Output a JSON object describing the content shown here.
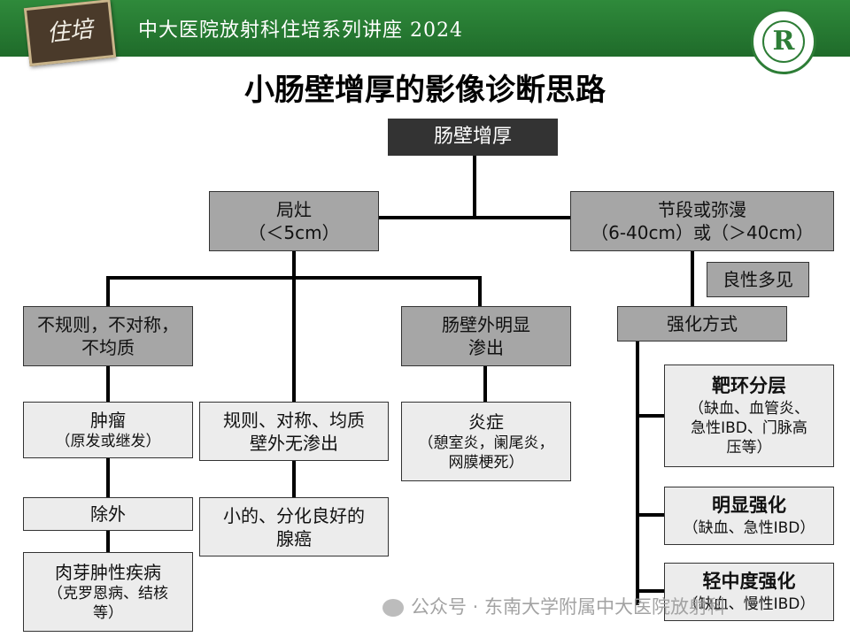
{
  "header": {
    "logo_text": "住培",
    "title": "中大医院放射科住培系列讲座 2024",
    "seal_letter": "R"
  },
  "title": "小肠壁增厚的影像诊断思路",
  "nodes": {
    "root": "肠壁增厚",
    "focal": {
      "line1": "局灶",
      "line2": "（＜5cm）"
    },
    "segmental": {
      "line1": "节段或弥漫",
      "line2": "（6-40cm）或（＞40cm）"
    },
    "benign": "良性多见",
    "irregular": {
      "line1": "不规则，不对称，",
      "line2": "不均质"
    },
    "exudation": {
      "line1": "肠壁外明显",
      "line2": "渗出"
    },
    "enhancement": "强化方式",
    "tumor": {
      "line1": "肿瘤",
      "line2": "（原发或继发）"
    },
    "regular": {
      "line1": "规则、对称、均质",
      "line2": "壁外无渗出"
    },
    "inflammation": {
      "line1": "炎症",
      "line2": "（憩室炎，阑尾炎，",
      "line3": "网膜梗死）"
    },
    "target": {
      "line1": "靶环分层",
      "line2": "（缺血、血管炎、",
      "line3": "急性IBD、门脉高",
      "line4": "压等）"
    },
    "exclude": "除外",
    "small_adeno": {
      "line1": "小的、分化良好的",
      "line2": "腺癌"
    },
    "marked": {
      "line1": "明显强化",
      "line2": "（缺血、急性IBD）"
    },
    "granuloma": {
      "line1": "肉芽肿性疾病",
      "line2": "（克罗恩病、结核",
      "line3": "等）"
    },
    "mild": {
      "line1": "轻中度强化",
      "line2": "（缺血、慢性IBD）"
    }
  },
  "watermark": "公众号 · 东南大学附属中大医院放射科",
  "colors": {
    "header_green": "#1f6b2a",
    "dark_box": "#333333",
    "mid_box": "#a6a6a6",
    "light_box": "#ececec"
  }
}
